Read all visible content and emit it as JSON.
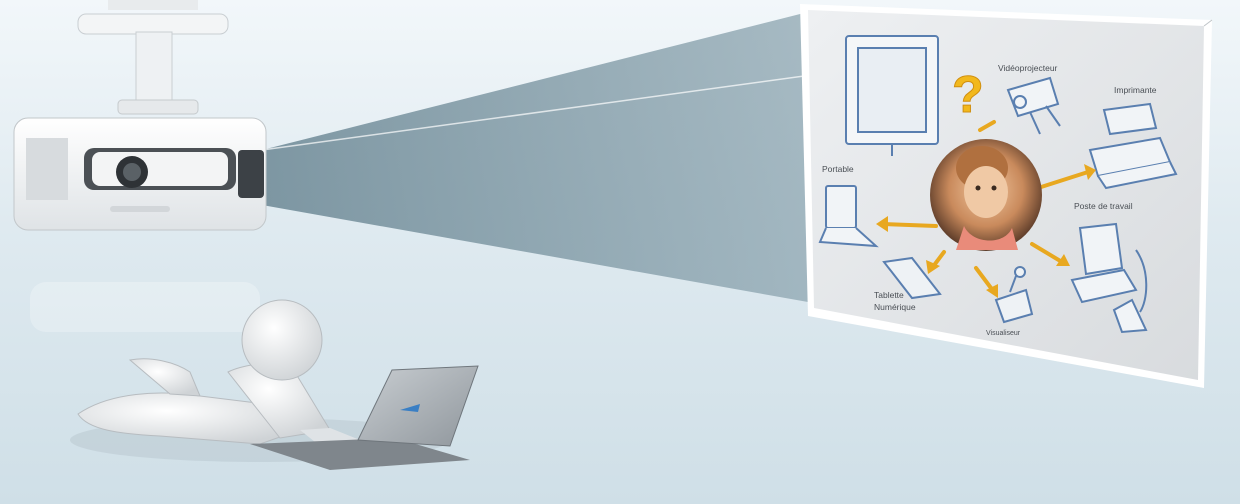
{
  "colors": {
    "background_top": "#f2f7fa",
    "background_bottom": "#cfdfe7",
    "projection_beam": "#7e98a4",
    "screen": "#e6e8ea",
    "arrow": "#e8a820",
    "question_mark": "#f2b81c",
    "device_outline": "#5a7fb0"
  },
  "screen_labels": {
    "videoprojecteur": "Vidéoprojecteur",
    "imprimante": "Imprimante",
    "portable": "Portable",
    "poste_de_travail": "Poste de travail",
    "tablette_line1": "Tablette",
    "tablette_line2": "Numérique",
    "visualiseur": "Visualiseur",
    "question_mark": "?"
  },
  "icons": {
    "projector": "ceiling-projector",
    "figure": "3d-person-with-laptop",
    "child": "child-photo"
  }
}
